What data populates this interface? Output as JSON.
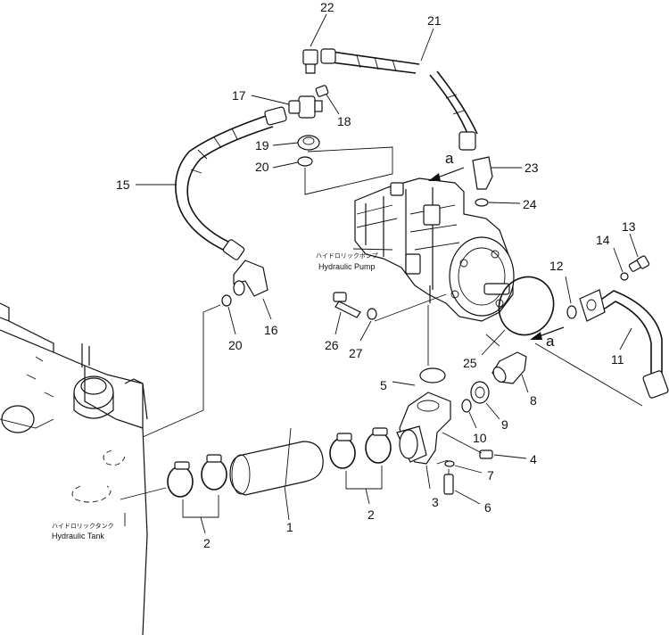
{
  "diagram": {
    "pump_label": {
      "ja": "ハイドロリックポンプ",
      "en": "Hydraulic Pump"
    },
    "tank_label": {
      "ja": "ハイドロリックタンク",
      "en": "Hydraulic Tank"
    },
    "view_marker": "a",
    "callouts": [
      "1",
      "2",
      "3",
      "4",
      "5",
      "6",
      "7",
      "8",
      "9",
      "10",
      "11",
      "12",
      "13",
      "14",
      "15",
      "16",
      "17",
      "18",
      "19",
      "20",
      "21",
      "22",
      "23",
      "24",
      "25",
      "26",
      "27"
    ],
    "clamp_group_label": "2"
  }
}
